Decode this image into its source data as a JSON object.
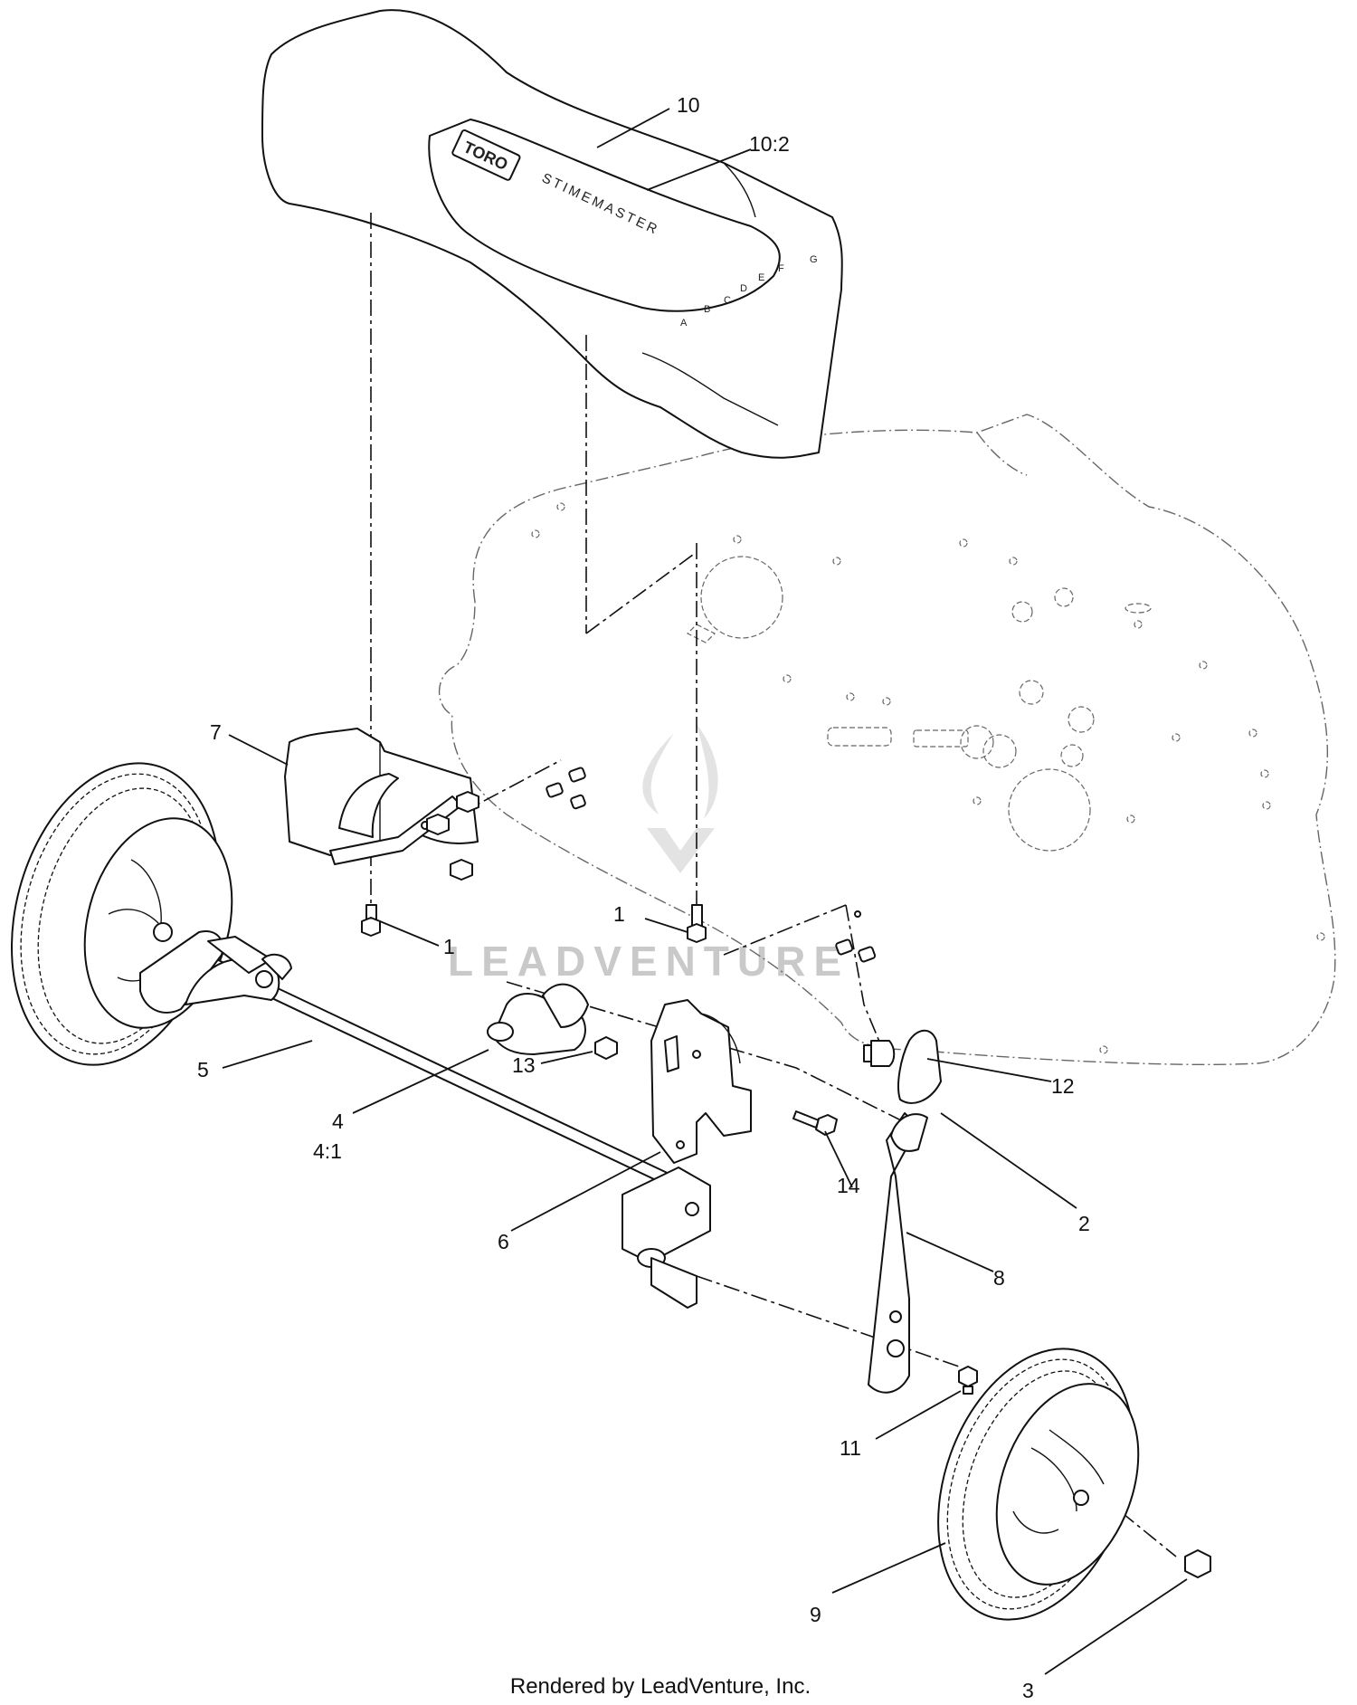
{
  "callouts": [
    {
      "label": "10"
    },
    {
      "label": "10:2"
    },
    {
      "label": "7"
    },
    {
      "label": "1"
    },
    {
      "label": "1"
    },
    {
      "label": "5"
    },
    {
      "label": "4"
    },
    {
      "label": "4:1"
    },
    {
      "label": "13"
    },
    {
      "label": "12"
    },
    {
      "label": "2"
    },
    {
      "label": "14"
    },
    {
      "label": "6"
    },
    {
      "label": "8"
    },
    {
      "label": "11"
    },
    {
      "label": "9"
    },
    {
      "label": "3"
    }
  ],
  "decal": {
    "logo": "TORO",
    "brand": "STIMEMASTER",
    "scale": [
      "A",
      "B",
      "C",
      "D",
      "E",
      "F",
      "G"
    ]
  },
  "watermark": "LEADVENTURE",
  "footer": "Rendered by LeadVenture, Inc."
}
